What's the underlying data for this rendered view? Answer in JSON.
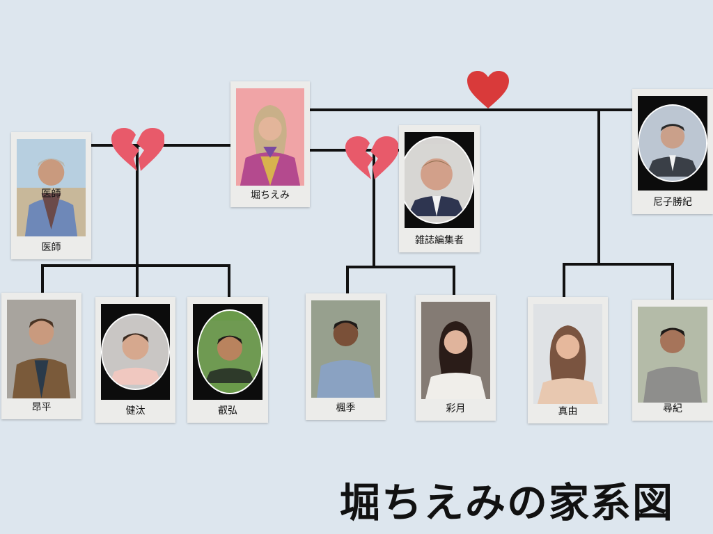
{
  "title": "堀ちえみの家系図",
  "people": {
    "doctor": {
      "name": "医師",
      "overlay": "医師"
    },
    "hori": {
      "name": "堀ちえみ"
    },
    "editor": {
      "name": "雑誌編集者"
    },
    "amako": {
      "name": "尼子勝紀"
    },
    "shohei": {
      "name": "昂平"
    },
    "kenta": {
      "name": "健汰"
    },
    "eikou": {
      "name": "叡弘"
    },
    "fuki": {
      "name": "楓季"
    },
    "saki": {
      "name": "彩月"
    },
    "mayu": {
      "name": "真由"
    },
    "hiroki": {
      "name": "尋紀"
    }
  },
  "relations": [
    {
      "partners": [
        "doctor",
        "hori"
      ],
      "status": "divorced",
      "children": [
        "shohei",
        "kenta",
        "eikou"
      ]
    },
    {
      "partners": [
        "hori",
        "editor"
      ],
      "status": "divorced",
      "children": [
        "fuki",
        "saki"
      ]
    },
    {
      "partners": [
        "hori",
        "amako"
      ],
      "status": "married",
      "children": [
        "mayu",
        "hiroki"
      ]
    }
  ],
  "colors": {
    "background": "#dde6ee",
    "line": "#111111",
    "heart_married": "#d93a3a",
    "heart_broken": "#e85a6a",
    "card": "#ececea"
  },
  "icons": {
    "married": "heart-icon",
    "divorced": "broken-heart-icon"
  }
}
